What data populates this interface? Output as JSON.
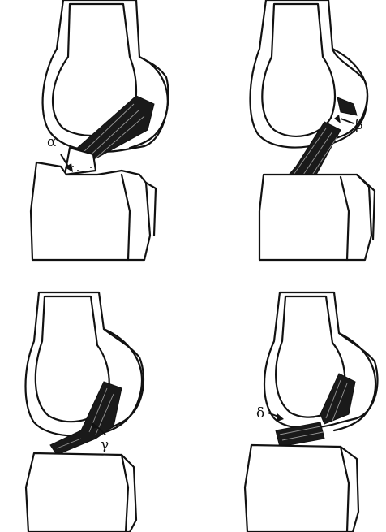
{
  "panels": [
    {
      "id": "alpha",
      "label": "α"
    },
    {
      "id": "beta",
      "label": "β"
    },
    {
      "id": "gamma",
      "label": "γ"
    },
    {
      "id": "delta",
      "label": "δ"
    }
  ]
}
